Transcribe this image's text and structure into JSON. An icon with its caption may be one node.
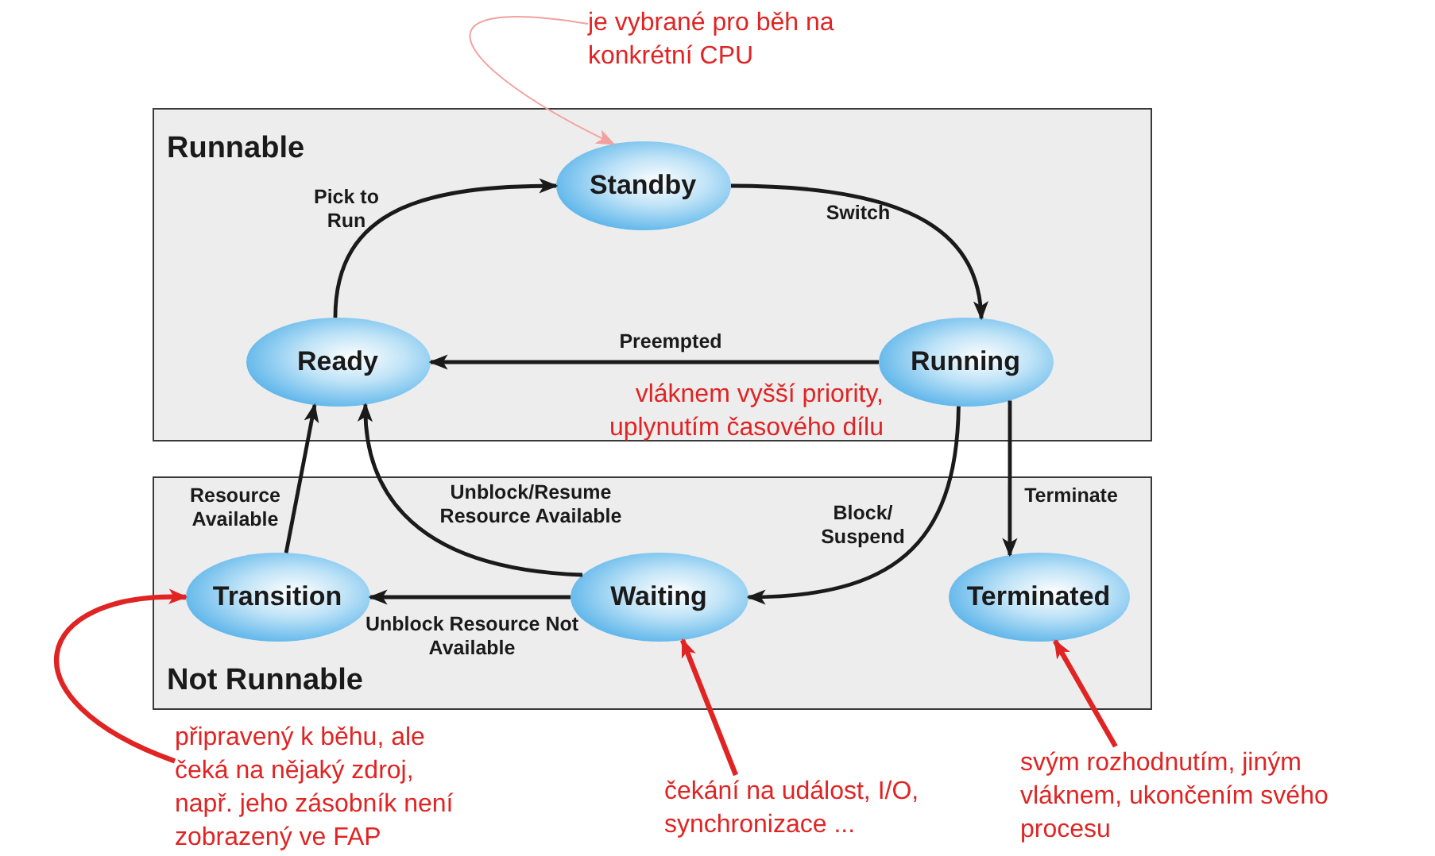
{
  "diagram": {
    "nodes": [
      {
        "text": [
          "Runnable"
        ]
      },
      {
        "text": [
          "Standby"
        ],
        "in": 0
      },
      {
        "text": [
          "Ready"
        ],
        "in": 0
      },
      {
        "text": [
          "Running"
        ],
        "in": 0
      },
      {
        "text": [
          "Not Runnable"
        ]
      },
      {
        "text": [
          "Transition"
        ],
        "in": 4
      },
      {
        "text": [
          "Waiting"
        ],
        "in": 4
      },
      {
        "text": [
          "Terminated"
        ],
        "in": 4
      },
      {
        "text": [
          "je vybrané pro běh na konkrétní CPU"
        ]
      },
      {
        "text": [
          "připravený k běhu, ale čeká na nějaký zdroj, např. jeho zásobník není zobrazený ve FAP"
        ]
      },
      {
        "text": [
          "čekání na událost, I/O, synchronizace ..."
        ]
      },
      {
        "text": [
          "svým rozhodnutím, jiným vláknem, ukončením svého procesu"
        ]
      }
    ],
    "edges": [
      {
        "from": 2,
        "to": 1,
        "arrow": "to",
        "label": "Pick to Run"
      },
      {
        "from": 1,
        "to": 3,
        "arrow": "to",
        "label": "Switch"
      },
      {
        "from": 3,
        "to": 2,
        "arrow": "to",
        "label": "Preempted"
      },
      {
        "from": 3,
        "to": 7,
        "arrow": "to",
        "label": "Terminate"
      },
      {
        "from": 3,
        "to": 6,
        "arrow": "to",
        "label": "Block/ Suspend"
      },
      {
        "from": 6,
        "to": 2,
        "arrow": "to",
        "label": "Unblock/Resume Resource Available"
      },
      {
        "from": 6,
        "to": 5,
        "arrow": "to",
        "label": "Unblock Resource Not Available"
      },
      {
        "from": 5,
        "to": 2,
        "arrow": "to",
        "label": "Resource Available"
      },
      {
        "from": 8,
        "to": 1,
        "arrow": "to",
        "color": "#f4a0a0"
      },
      {
        "from": 9,
        "to": 5,
        "arrow": "to",
        "color": "#e02424"
      },
      {
        "from": 10,
        "to": 6,
        "arrow": "to",
        "color": "#e02424"
      },
      {
        "from": 11,
        "to": 7,
        "arrow": "to",
        "color": "#e02424"
      }
    ],
    "labels": [
      "vláknem vyšší priority, uplynutím časového dílu"
    ]
  }
}
